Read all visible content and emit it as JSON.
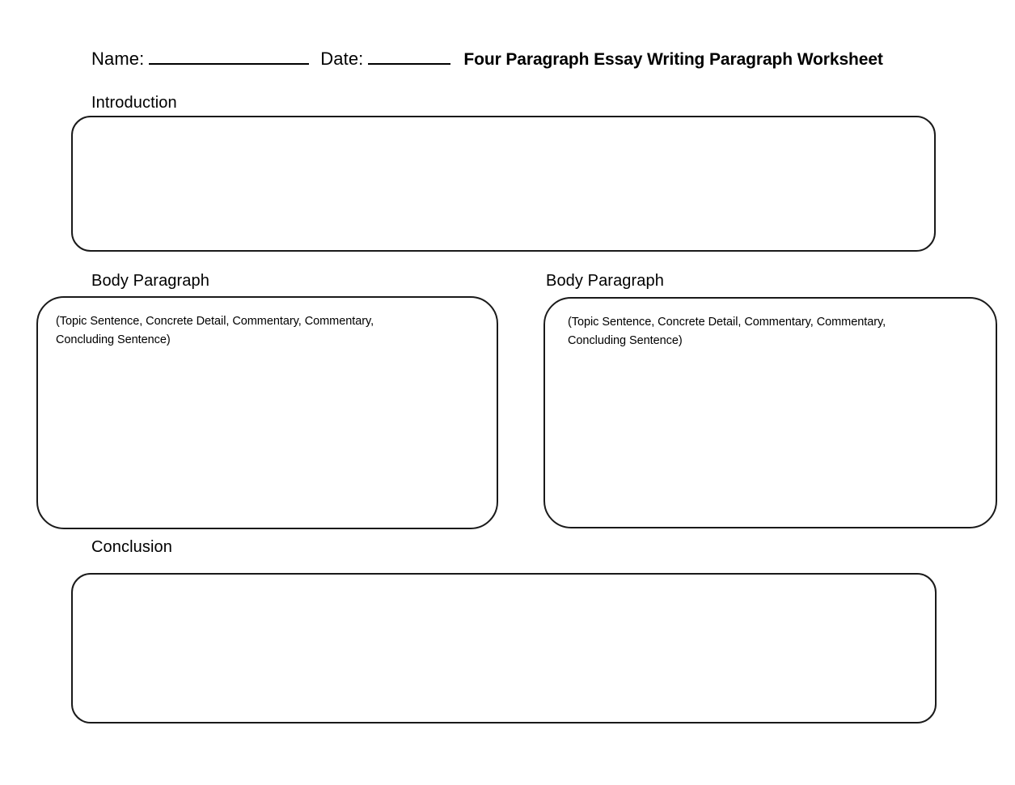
{
  "header": {
    "name_label": "Name:",
    "name_value": "",
    "date_label": "Date:",
    "date_value": "",
    "title": "Four Paragraph Essay Writing Paragraph Worksheet"
  },
  "sections": {
    "introduction": {
      "label": "Introduction",
      "content": ""
    },
    "body_left": {
      "label": "Body Paragraph",
      "hint": "(Topic Sentence, Concrete Detail, Commentary, Commentary,\nConcluding Sentence)",
      "content": ""
    },
    "body_right": {
      "label": "Body Paragraph",
      "hint": "(Topic Sentence, Concrete Detail, Commentary, Commentary,\nConcluding Sentence)",
      "content": ""
    },
    "conclusion": {
      "label": "Conclusion",
      "content": ""
    }
  },
  "colors": {
    "page_background": "#ffffff",
    "ink": "#000000",
    "box_border": "#1a1a1a"
  }
}
